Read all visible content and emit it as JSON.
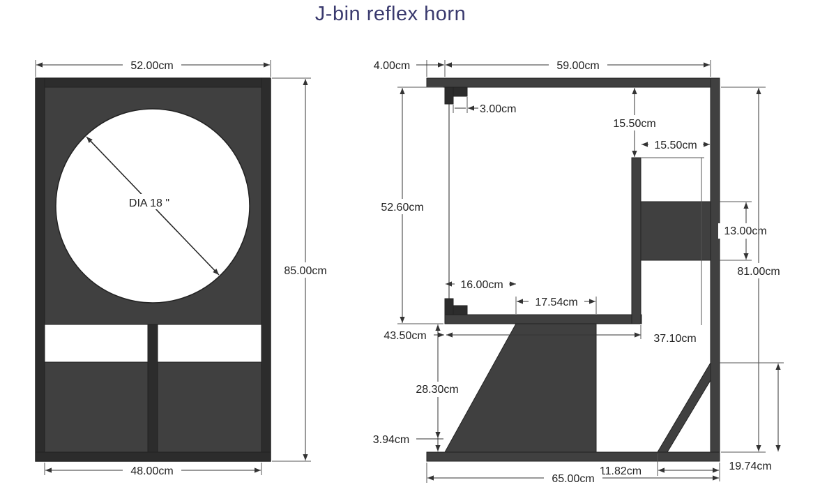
{
  "title": "J-bin reflex horn",
  "colors": {
    "panel": "#404040",
    "panel_dark": "#2c2c2c",
    "dim_line": "#333333",
    "background": "#ffffff"
  },
  "front_view": {
    "width_label": "52.00cm",
    "inner_width_label": "48.00cm",
    "height_label": "85.00cm",
    "driver_label": "DIA 18 \""
  },
  "side_view": {
    "top_thickness_label": "4.00cm",
    "top_width_label": "59.00cm",
    "baffle_lip_label": "3.00cm",
    "chamber_height_label": "52.60cm",
    "divider_gap_label": "15.50cm",
    "divider_offset_label": "15.50cm",
    "port_height_label": "13.00cm",
    "overall_height_label": "81.00cm",
    "chamber_depth_label": "16.00cm",
    "throat_label": "17.54cm",
    "floor_height_label": "43.50cm",
    "rear_span_label": "37.10cm",
    "horn_height_label": "28.30cm",
    "horn_foot_label": "3.94cm",
    "rear_brace_label": "11.82cm",
    "bottom_width_label": "65.00cm",
    "rear_height_label": "19.74cm"
  }
}
